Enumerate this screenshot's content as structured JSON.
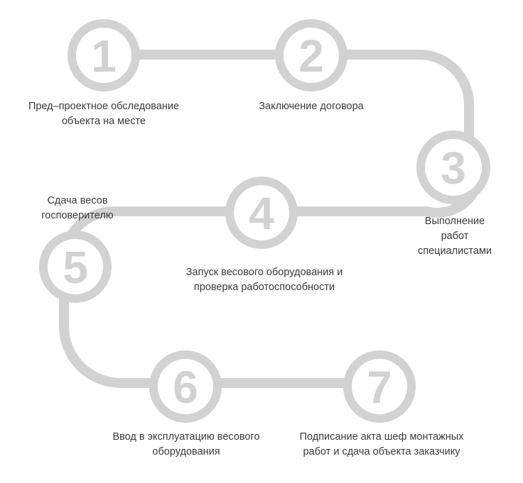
{
  "steps": [
    {
      "number": "1",
      "label": "Пред–проектное обследование\nобъекта на месте"
    },
    {
      "number": "2",
      "label": "Заключение договора"
    },
    {
      "number": "3",
      "label": "Выполнение\nработ\nспециалистами"
    },
    {
      "number": "4",
      "label": "Запуск весового оборудования и\nпроверка работоспособности"
    },
    {
      "number": "5",
      "label": "Сдача весов\nгосповерителю"
    },
    {
      "number": "6",
      "label": "Ввод в эксплуатацию весового\nоборудования"
    },
    {
      "number": "7",
      "label": "Подписание акта шеф монтажных\nработ и сдача объекта заказчику"
    }
  ],
  "colors": {
    "track": "#d2d2d2",
    "ring": "#d2d2d2",
    "number": "#d2d2d2",
    "text": "#3a3a3a",
    "background": "#ffffff"
  }
}
